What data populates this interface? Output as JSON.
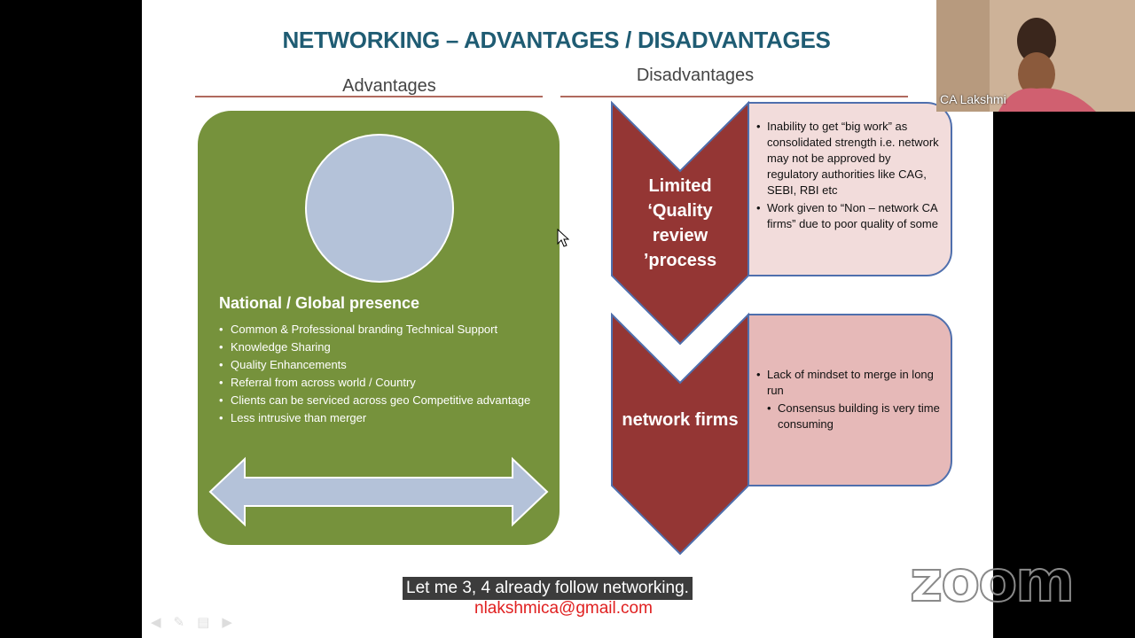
{
  "slide": {
    "title": "NETWORKING – ADVANTAGES / DISADVANTAGES",
    "advantages_header": "Advantages",
    "disadvantages_header": "Disadvantages",
    "advantages": {
      "heading": "National / Global presence",
      "items": [
        "Common & Professional branding  Technical Support",
        "Knowledge Sharing",
        "Quality Enhancements",
        "Referral from across world / Country",
        "Clients can be serviced across geo  Competitive advantage",
        "Less intrusive than merger"
      ]
    },
    "disadvantages": [
      {
        "label_lines": [
          "Limited",
          "‘Quality",
          "review",
          "’process"
        ],
        "points": [
          {
            "text": "Inability to get “big work” as consolidated strength i.e. network  may not be approved by regulatory authorities like CAG, SEBI, RBI etc",
            "sub": false
          },
          {
            "text": "Work given to “Non – network CA  firms” due to poor quality of some",
            "sub": false
          }
        ]
      },
      {
        "label_lines": [
          "network firms"
        ],
        "points": [
          {
            "text": "Lack of mindset to merge in long run",
            "sub": false
          },
          {
            "text": "Consensus building is very time  consuming",
            "sub": true
          }
        ]
      }
    ],
    "email": "nlakshmica@gmail.com"
  },
  "caption": "Let me 3, 4 already follow networking.",
  "participant": {
    "name": "CA Lakshmi"
  },
  "watermark": "zoom",
  "colors": {
    "title": "#1f5c73",
    "green_box": "#76923c",
    "circle": "#b4c2d9",
    "chevron": "#943634",
    "callout_top": "#f2dcdb",
    "callout_bottom": "#e6b9b8",
    "email": "#e02020"
  }
}
